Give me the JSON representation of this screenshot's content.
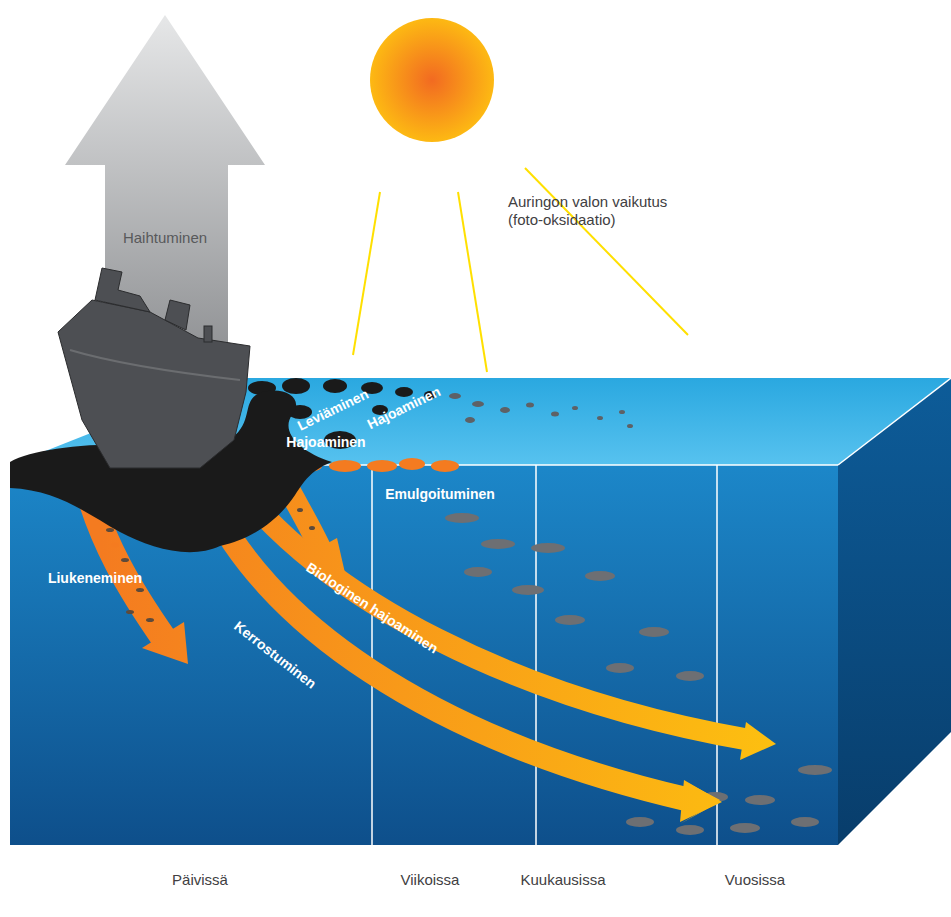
{
  "diagram": {
    "labels": [
      "Haihtuminen",
      "Auringon valon vaikutus (foto-oksidaatio)",
      "Leviäminen",
      "Hajoaminen",
      "Emulgoituminen",
      "Hajoaminen",
      "Liukeneminen",
      "Biologinen hajoaminen",
      "Kerrostuminen",
      "Päivissä",
      "Viikoissa",
      "Kuukausissa",
      "Vuosissa"
    ]
  }
}
